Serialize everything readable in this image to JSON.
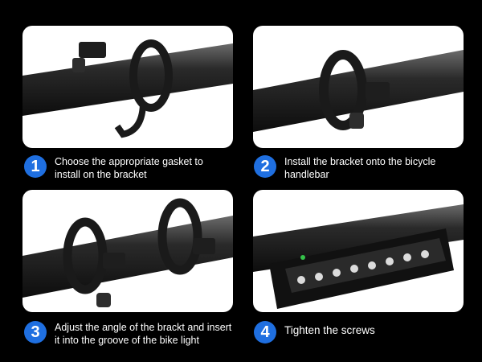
{
  "steps": [
    {
      "number": "1",
      "text": "Choose the appropriate gasket to install on the bracket"
    },
    {
      "number": "2",
      "text": "Install the bracket onto the bicycle handlebar"
    },
    {
      "number": "3",
      "text": "Adjust the angle of the brackt and insert it into the groove of the bike light"
    },
    {
      "number": "4",
      "text": "Tighten the screws"
    }
  ],
  "colors": {
    "badge": "#1f6fe0",
    "background": "#000000",
    "panel": "#ffffff"
  }
}
